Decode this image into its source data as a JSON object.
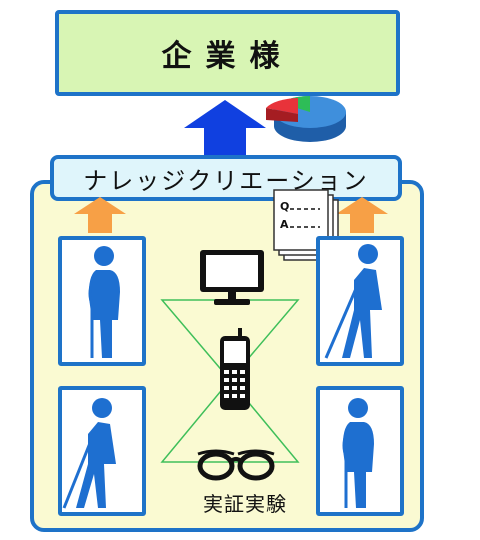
{
  "company": {
    "label": "企業様"
  },
  "knowledge": {
    "label": "ナレッジクリエーション"
  },
  "caption": {
    "label": "実証実験"
  },
  "qa": {
    "q": "Q",
    "a": "A"
  },
  "colors": {
    "border_blue": "#1e73c8",
    "figure_blue": "#1e6fd0",
    "arrow_orange": "#f7a046",
    "arrow_blue": "#1040e0",
    "company_fill": "#d8f5b4",
    "panel_fill": "#fafad2",
    "funnel_green": "#3fbf5a"
  },
  "icons": [
    "pie-chart-icon",
    "monitor-icon",
    "mobile-phone-icon",
    "glasses-icon",
    "elderly-cane-figure-icon",
    "white-cane-figure-icon",
    "qa-document-icon",
    "up-arrow-icon"
  ]
}
